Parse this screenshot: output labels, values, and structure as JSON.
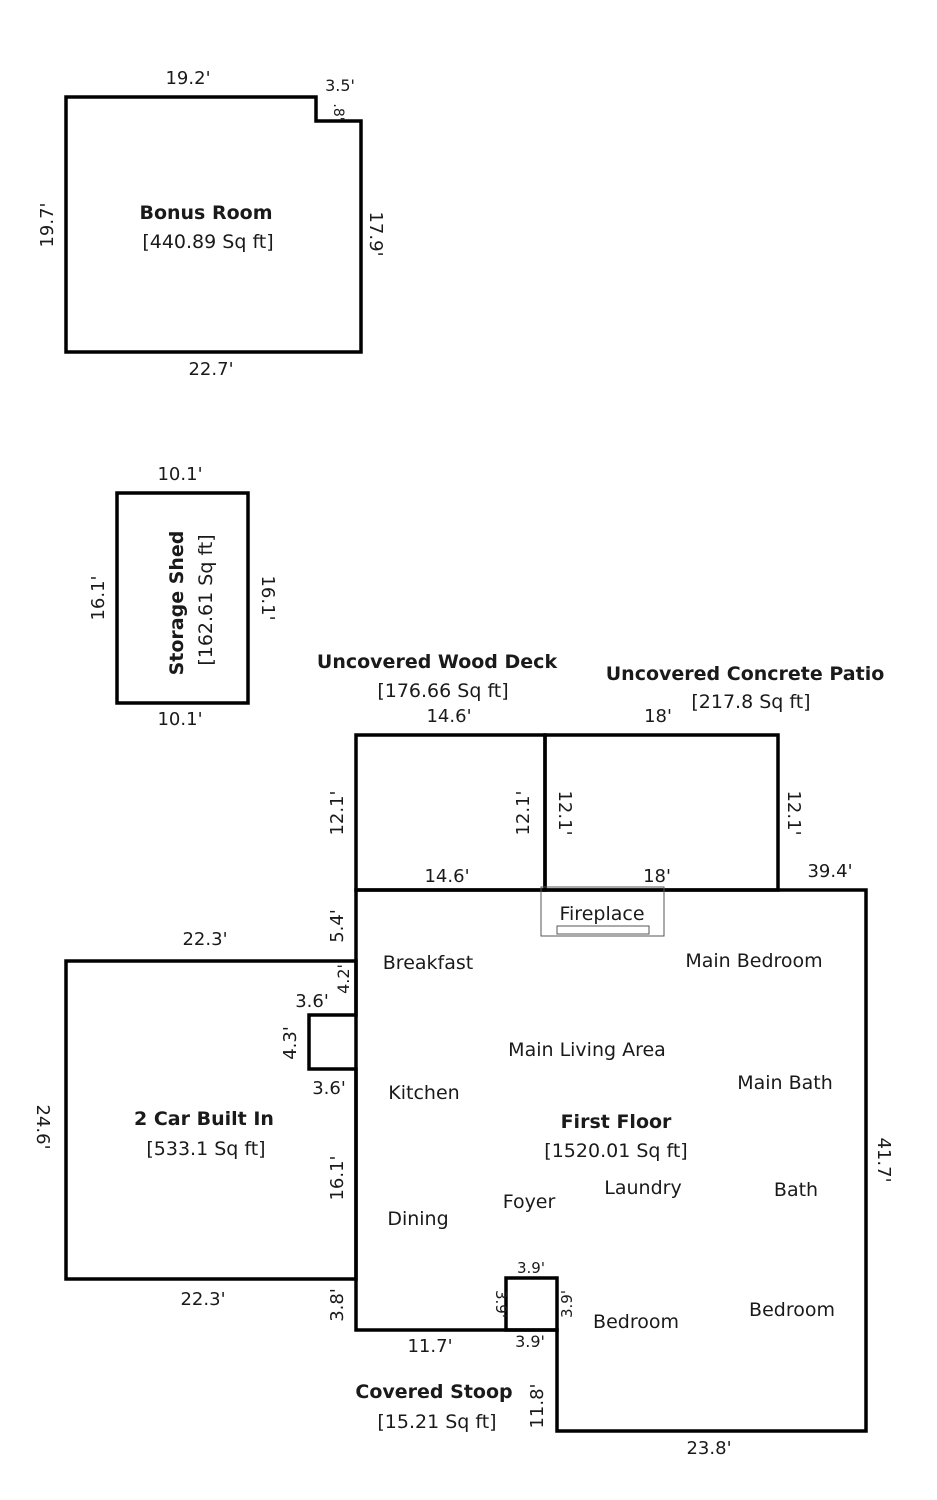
{
  "rooms": {
    "bonus": {
      "name": "Bonus Room",
      "area": "[440.89 Sq ft]",
      "dims": {
        "top": "19.2'",
        "notch_top": "3.5'",
        "notch_side": ".8'",
        "right": "17.9'",
        "bottom": "22.7'",
        "left": "19.7'"
      }
    },
    "shed": {
      "name": "Storage Shed",
      "area": "[162.61 Sq ft]",
      "dims": {
        "top": "10.1'",
        "bottom": "10.1'",
        "left": "16.1'",
        "right": "16.1'"
      }
    },
    "deck": {
      "name": "Uncovered Wood Deck",
      "area": "[176.66 Sq ft]",
      "dims": {
        "top": "14.6'",
        "bottom": "14.6'",
        "left": "12.1'",
        "right": "12.1'"
      }
    },
    "patio": {
      "name": "Uncovered Concrete Patio",
      "area": "[217.8 Sq ft]",
      "dims": {
        "top": "18'",
        "bottom": "18'",
        "left": "12.1'",
        "right": "12.1'"
      }
    },
    "garage": {
      "name": "2 Car Built In",
      "area": "[533.1 Sq ft]",
      "dims": {
        "top": "22.3'",
        "bottom": "22.3'",
        "left": "24.6'"
      }
    },
    "first_floor": {
      "name": "First Floor",
      "area": "[1520.01 Sq ft]",
      "dims": {
        "top_right": "39.4'",
        "right": "41.7'",
        "bottom": "23.8'",
        "left_upper": "5.4'",
        "left_a": "4.2'",
        "notch_top": "3.6'",
        "notch_side": "4.3'",
        "notch_bottom": "3.6'",
        "left_mid": "16.1'",
        "left_lower": "3.8'",
        "bottom_left": "11.7'",
        "stoop_side": "11.8'"
      }
    },
    "stoop": {
      "name": "Covered Stoop",
      "area": "[15.21 Sq ft]",
      "dims": {
        "top": "3.9'",
        "left": "3.9'",
        "right": "3.9'",
        "bottom": "3.9'"
      }
    }
  },
  "interior_labels": {
    "fireplace": "Fireplace",
    "breakfast": "Breakfast",
    "main_bedroom": "Main Bedroom",
    "main_living": "Main Living Area",
    "main_bath": "Main Bath",
    "kitchen": "Kitchen",
    "laundry": "Laundry",
    "bath": "Bath",
    "foyer": "Foyer",
    "dining": "Dining",
    "bedroom1": "Bedroom",
    "bedroom2": "Bedroom"
  }
}
